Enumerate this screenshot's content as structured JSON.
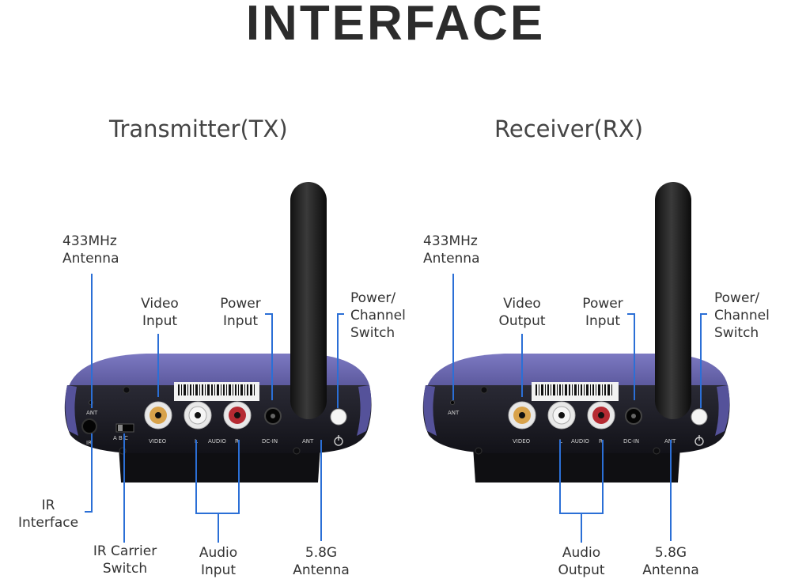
{
  "title": "INTERFACE",
  "transmitter": {
    "heading": "Transmitter(TX)",
    "labels": {
      "antenna433": "433MHz\nAntenna",
      "video": "Video\nInput",
      "power": "Power\nInput",
      "power_channel": "Power/\nChannel\nSwitch",
      "ir_interface": "IR\nInterface",
      "ir_carrier": "IR Carrier\nSwitch",
      "audio": "Audio\nInput",
      "antenna58": "5.8G\nAntenna"
    },
    "panel_print": {
      "ant_top": "ANT",
      "ir": "IR",
      "abc": "A  B  C",
      "video": "VIDEO",
      "l": "L",
      "audio": "AUDIO",
      "r": "R",
      "dcin": "DC-IN",
      "ant": "ANT"
    }
  },
  "receiver": {
    "heading": "Receiver(RX)",
    "labels": {
      "antenna433": "433MHz\nAntenna",
      "video": "Video\nOutput",
      "power": "Power\nInput",
      "power_channel": "Power/\nChannel\nSwitch",
      "audio": "Audio\nOutput",
      "antenna58": "5.8G\nAntenna"
    },
    "panel_print": {
      "ant_top": "ANT",
      "video": "VIDEO",
      "l": "L",
      "audio": "AUDIO",
      "r": "R",
      "dcin": "DC-IN",
      "ant": "ANT"
    }
  },
  "colors": {
    "callout_line": "#2b6fd6",
    "device_purple": "#5d5a9e",
    "device_dark": "#1c1c22"
  }
}
